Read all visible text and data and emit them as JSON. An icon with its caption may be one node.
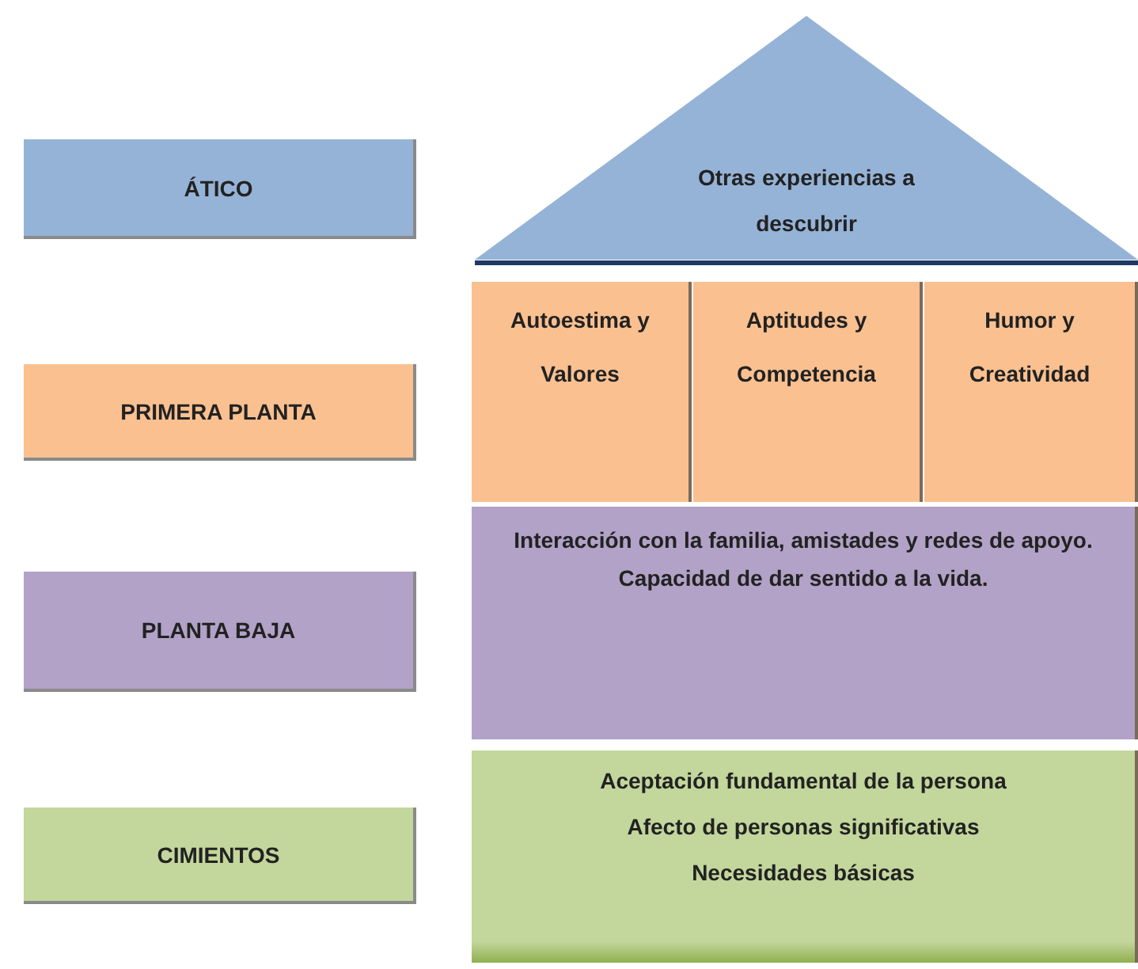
{
  "diagram": {
    "nodes": [
      {
        "text": [
          "ÁTICO"
        ]
      },
      {
        "text": [
          "Otras experiencias a descubrir"
        ]
      },
      {
        "text": [
          "PRIMERA PLANTA"
        ]
      },
      {
        "text": [
          "Autoestima y Valores"
        ]
      },
      {
        "text": [
          "Aptitudes y Competencia"
        ]
      },
      {
        "text": [
          "Humor y Creatividad"
        ]
      },
      {
        "text": [
          "PLANTA BAJA"
        ]
      },
      {
        "text": [
          "Interacción con la familia, amistades y redes de apoyo.",
          "Capacidad de dar sentido a la vida."
        ]
      },
      {
        "text": [
          "CIMIENTOS"
        ]
      },
      {
        "text": [
          "Aceptación fundamental de la persona",
          "Afecto de personas significativas",
          "Necesidades básicas"
        ]
      }
    ]
  }
}
